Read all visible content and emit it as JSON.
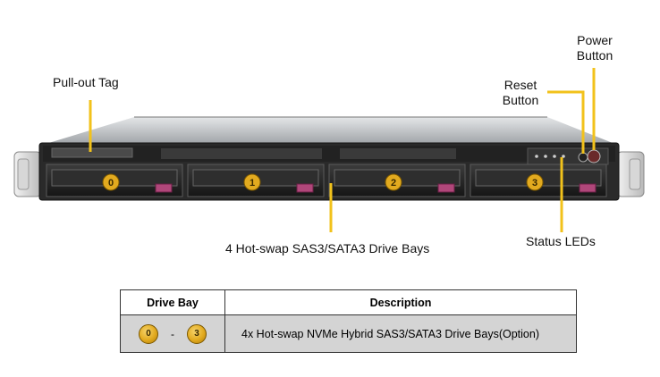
{
  "callouts": {
    "pullout_tag": "Pull-out  Tag",
    "drive_bays": "4 Hot-swap  SAS3/SATA3 Drive Bays",
    "reset_button_line1": "Reset",
    "reset_button_line2": "Button",
    "power_button_line1": "Power",
    "power_button_line2": "Button",
    "status_leds": "Status  LEDs"
  },
  "drive_bays": [
    "0",
    "1",
    "2",
    "3"
  ],
  "table": {
    "headers": [
      "Drive Bay",
      "Description"
    ],
    "row": {
      "bay_start": "0",
      "separator": "-",
      "bay_end": "3",
      "description": "4x Hot-swap  NVMe  Hybrid  SAS3/SATA3  Drive  Bays(Option)"
    }
  },
  "colors": {
    "callout_line": "#f2c21b",
    "bay_badge": "#e2aa1f",
    "chassis": "#2a2a2a",
    "table_row": "#d4d4d4"
  }
}
